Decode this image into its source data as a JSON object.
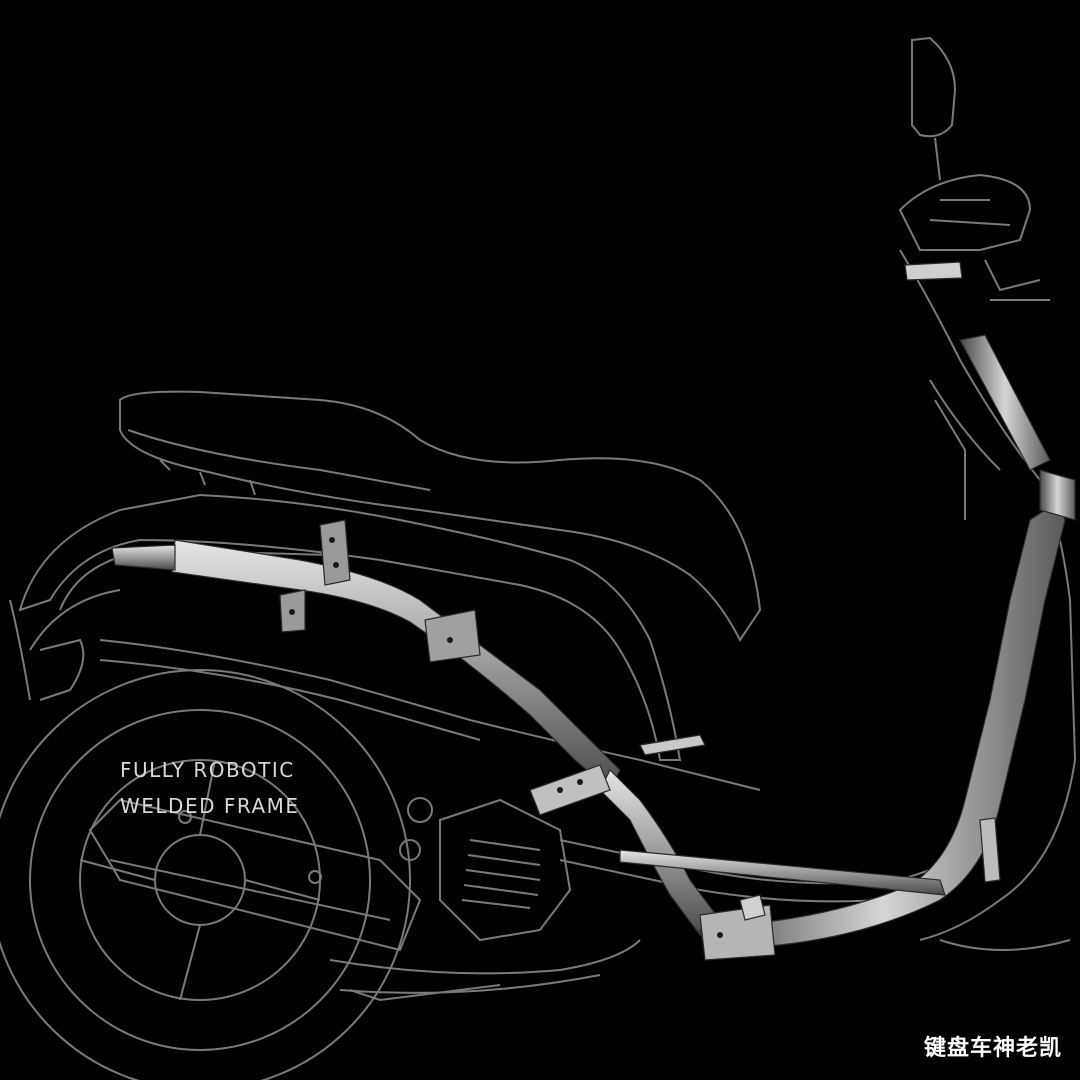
{
  "caption": {
    "line1": "FULLY ROBOTIC",
    "line2": "WELDED FRAME"
  },
  "watermark": "键盘车神老凯",
  "colors": {
    "background": "#000000",
    "outline": "#8a8a8a",
    "frame": "#bdbdbd",
    "caption": "#d8d8d8"
  }
}
